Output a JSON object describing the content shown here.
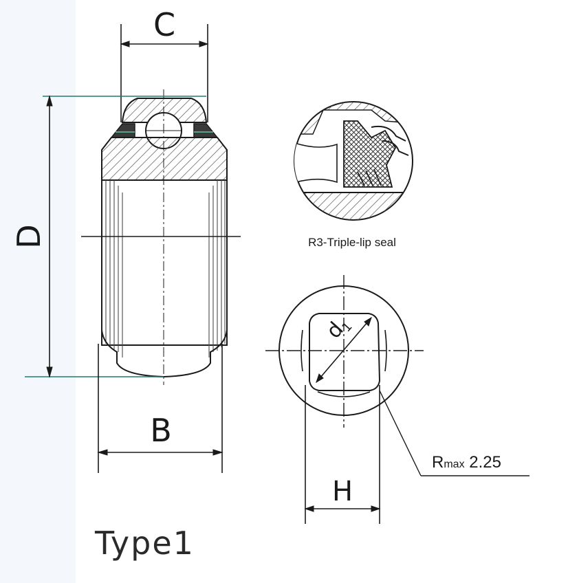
{
  "dimensions": {
    "C": "C",
    "D": "D",
    "B": "B",
    "H": "H",
    "d1_main": "d",
    "d1_sub": "1"
  },
  "notes": {
    "seal_caption": "R3-Triple-lip seal",
    "radius_prefix": "R",
    "radius_sub": "max",
    "radius_value": " 2.25"
  },
  "type_label": "Type1",
  "colors": {
    "line": "#1a1a1a",
    "dimension_green": "#1f7a6a",
    "hatch": "#555555",
    "seal_fill": "#3a3a3a",
    "background_tint": "#f2f6fb"
  }
}
